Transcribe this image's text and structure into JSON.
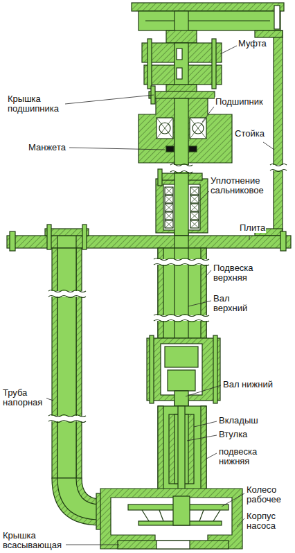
{
  "diagram": {
    "labels": [
      "Муфта",
      "Крышка подшипника",
      "Подшипник",
      "Стойка",
      "Манжета",
      "Уплотнение сальниковое",
      "Плита",
      "Подвеска верхняя",
      "Вал верхний",
      "Вал нижний",
      "Вкладыш",
      "Втулка",
      "подвеска нижняя",
      "Колесо рабочее",
      "Труба напорная",
      "Корпус насоса",
      "Крышка всасывающая"
    ]
  }
}
